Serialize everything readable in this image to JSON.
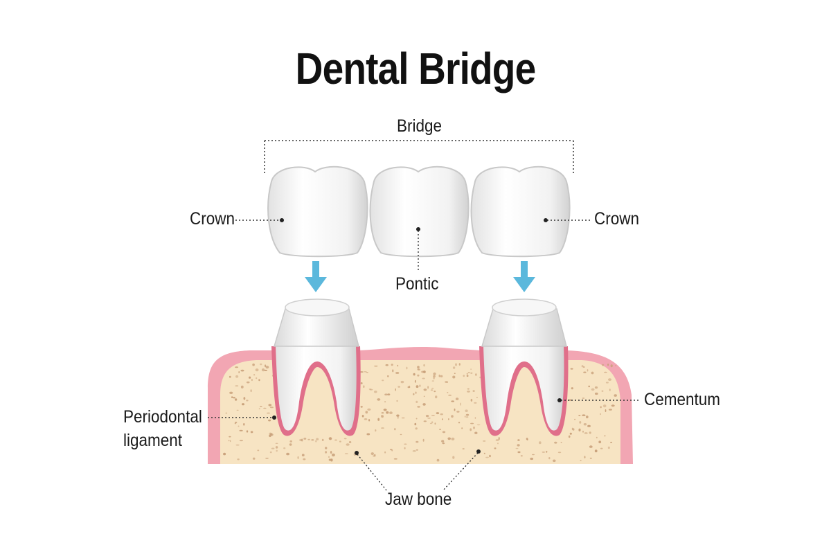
{
  "title": "Dental Bridge",
  "labels": {
    "bridge": "Bridge",
    "crown_left": "Crown",
    "crown_right": "Crown",
    "pontic": "Pontic",
    "cementum": "Cementum",
    "periodontal_ligament_line1": "Periodontal",
    "periodontal_ligament_line2": "ligament",
    "jaw_bone": "Jaw bone"
  },
  "colors": {
    "arrow": "#5bb8dc",
    "gum": "#f2a6b3",
    "ligament": "#e06f8a",
    "bone": "#f7e4c3",
    "bone_specks": "#c9a17b",
    "tooth": "#f4f4f4",
    "tooth_shadow": "#d8d8d8"
  }
}
